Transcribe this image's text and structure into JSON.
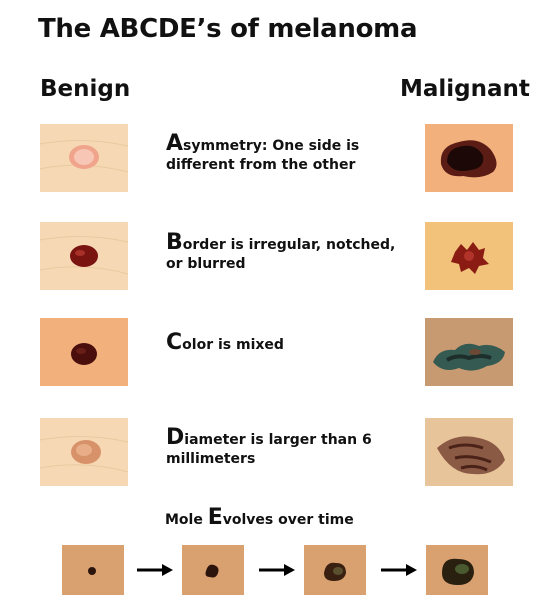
{
  "title": "The ABCDE’s of melanoma",
  "benign_label": "Benign",
  "malignant_label": "Malignant",
  "criteria": [
    {
      "letter": "A",
      "text": "symmetry:  One side is different from the other"
    },
    {
      "letter": "B",
      "text": "order is irregular, notched, or blurred"
    },
    {
      "letter": "C",
      "text": "olor is mixed"
    },
    {
      "letter": "D",
      "text": "iameter is larger than 6 millimeters"
    }
  ],
  "evolves": {
    "prefix": "Mole ",
    "letter": "E",
    "suffix": "volves over time"
  },
  "colors": {
    "skin_light": "#f6d9b4",
    "skin_warm": "#f1b07c",
    "skin_tan": "#c89a72",
    "mole_dark": "#2a0f0a",
    "mole_red": "#8a1c14",
    "mole_brown": "#5a2a1a",
    "mole_teal": "#355a52",
    "arrow": "#000000"
  }
}
